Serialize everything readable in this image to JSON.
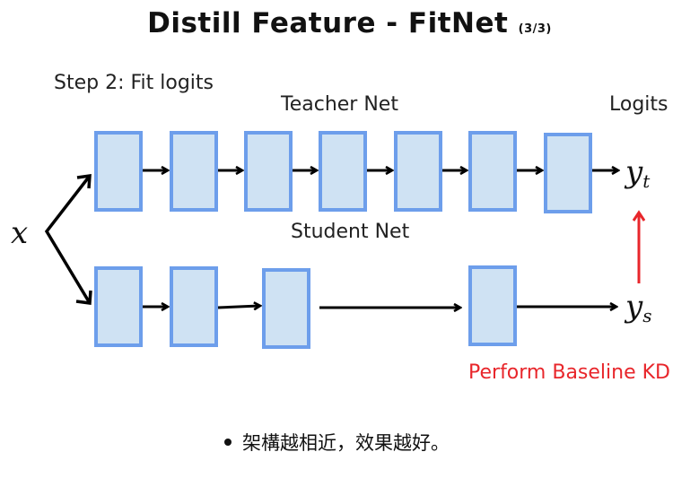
{
  "title": {
    "main": "Distill Feature - FitNet",
    "sub": "(3/3)"
  },
  "labels": {
    "step": "Step 2: Fit logits",
    "teacher": "Teacher Net",
    "student": "Student Net",
    "logits": "Logits",
    "baseline_kd": "Perform Baseline KD"
  },
  "math": {
    "input": "x",
    "teacher_output_base": "y",
    "teacher_output_sub": "t",
    "student_output_base": "y",
    "student_output_sub": "s"
  },
  "bullet": "架構越相近，效果越好。",
  "colors": {
    "block_fill": "#cfe2f3",
    "block_stroke": "#6d9eeb",
    "highlight_arrow": "#e8262b",
    "highlight_text": "#e8262b"
  }
}
